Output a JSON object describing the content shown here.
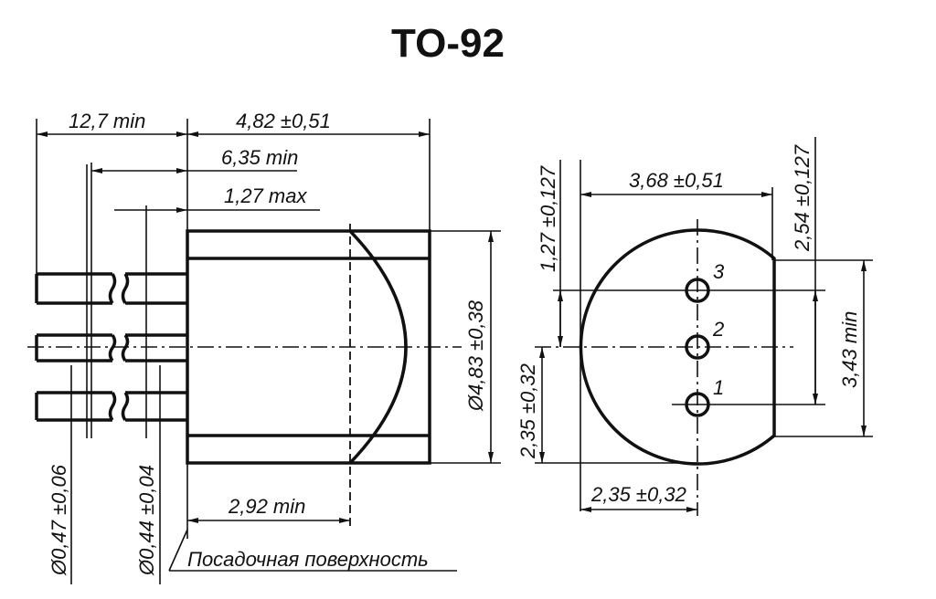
{
  "title": "TO-92",
  "side_view": {
    "dim_lead_length": "12,7 min",
    "dim_body_length": "4,82 ±0,51",
    "dim_lead_min": "6,35 min",
    "dim_max": "1,27 max",
    "dim_body_diameter": "Ø4,83 ±0,38",
    "dim_seat": "2,92 min",
    "dim_lead_diam_1": "Ø0,47 ±0,06",
    "dim_lead_diam_2": "Ø0,44 ±0,04",
    "note_seating_surface": "Посадочная поверхность"
  },
  "end_view": {
    "dim_width": "3,68 ±0,51",
    "dim_pin_pitch": "1,27 ±0,127",
    "dim_pin_span": "2,54 ±0,127",
    "dim_flat": "3,43 min",
    "dim_half_height": "2,35 ±0,32",
    "dim_half_width": "2,35 ±0,32",
    "pins": [
      "3",
      "2",
      "1"
    ]
  }
}
